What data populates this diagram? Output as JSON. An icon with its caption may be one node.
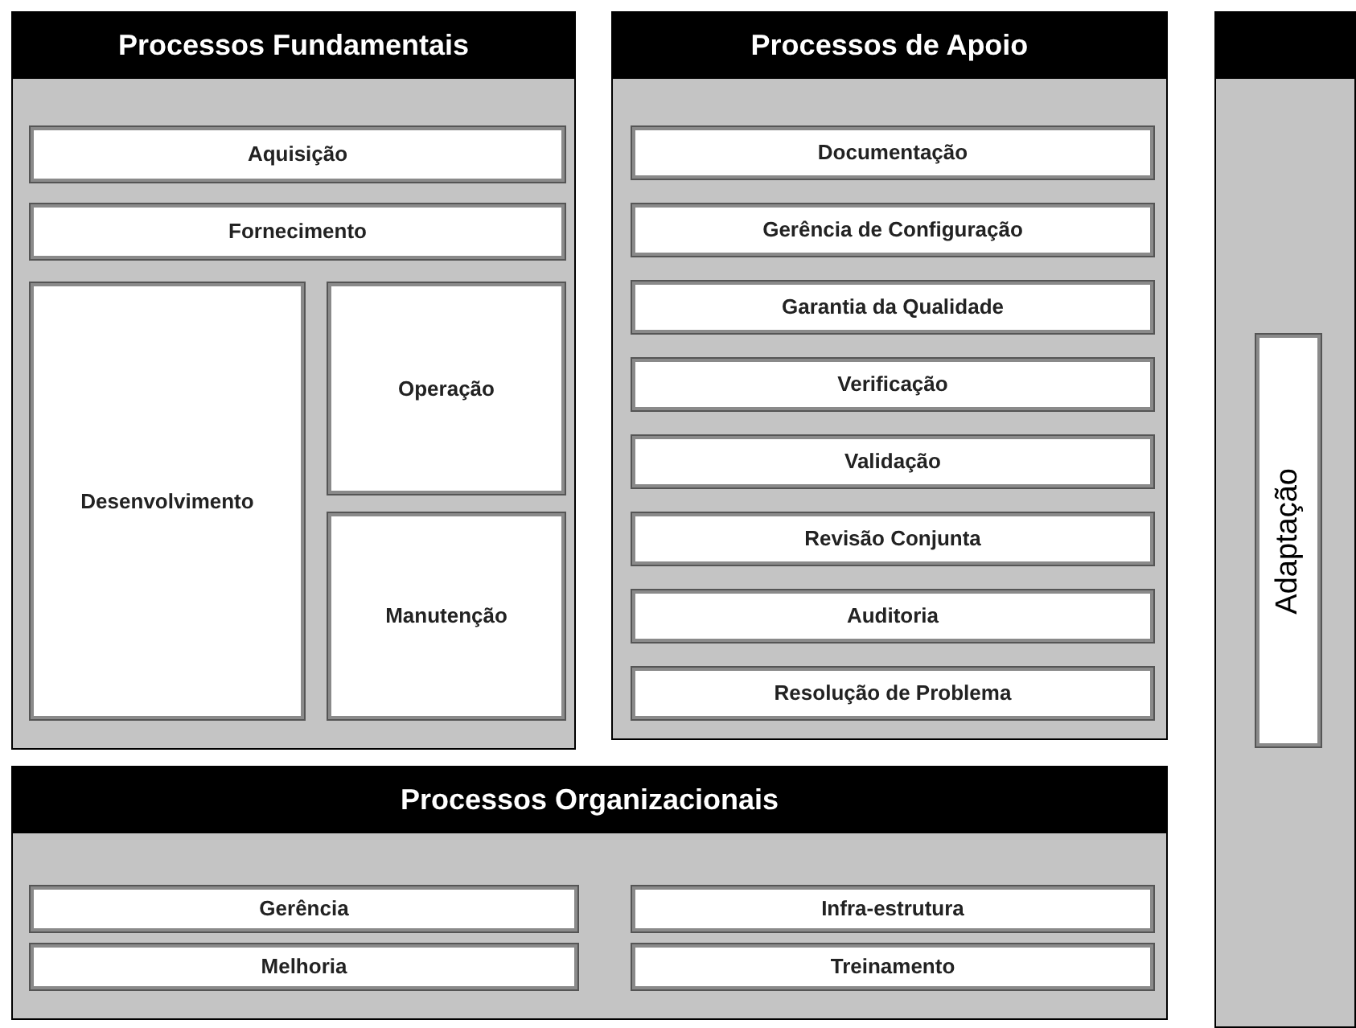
{
  "diagram": {
    "nodes": [
      {
        "text": [
          "Processos Fundamentais"
        ]
      },
      {
        "text": [
          "Aquisição"
        ],
        "in": 0
      },
      {
        "text": [
          "Fornecimento"
        ],
        "in": 0
      },
      {
        "text": [
          "Desenvolvimento"
        ],
        "in": 0
      },
      {
        "text": [
          "Operação"
        ],
        "in": 0
      },
      {
        "text": [
          "Manutenção"
        ],
        "in": 0
      },
      {
        "text": [
          "Processos de Apoio"
        ]
      },
      {
        "text": [
          "Documentação"
        ],
        "in": 6
      },
      {
        "text": [
          "Gerência de Configuração"
        ],
        "in": 6
      },
      {
        "text": [
          "Garantia da Qualidade"
        ],
        "in": 6
      },
      {
        "text": [
          "Verificação"
        ],
        "in": 6
      },
      {
        "text": [
          "Validação"
        ],
        "in": 6
      },
      {
        "text": [
          "Revisão Conjunta"
        ],
        "in": 6
      },
      {
        "text": [
          "Auditoria"
        ],
        "in": 6
      },
      {
        "text": [
          "Resolução de Problema"
        ],
        "in": 6
      },
      {
        "text": [
          "Processos Organizacionais"
        ]
      },
      {
        "text": [
          "Gerência"
        ],
        "in": 15
      },
      {
        "text": [
          "Infra-estrutura"
        ],
        "in": 15
      },
      {
        "text": [
          "Melhoria"
        ],
        "in": 15
      },
      {
        "text": [
          "Treinamento"
        ],
        "in": 15
      },
      {
        "text": [],
        "shape": "box"
      },
      {
        "text": [
          "Adaptação"
        ],
        "in": 20
      }
    ]
  }
}
